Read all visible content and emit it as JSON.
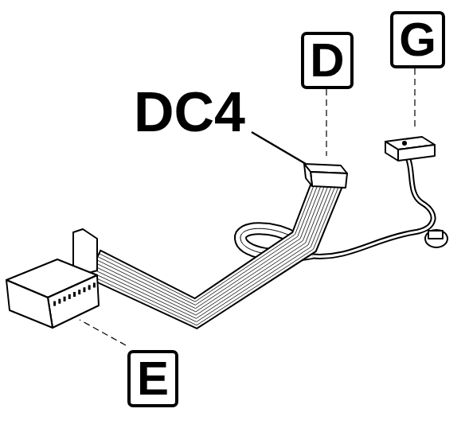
{
  "diagram": {
    "nodes": [
      {
        "text": [
          "D"
        ]
      },
      {
        "text": [
          "G"
        ]
      },
      {
        "text": [
          "E"
        ]
      }
    ],
    "labels": [
      "DC4"
    ]
  }
}
